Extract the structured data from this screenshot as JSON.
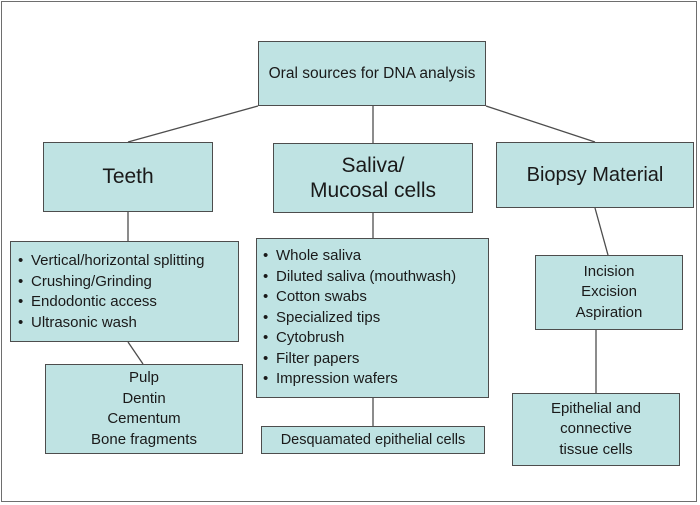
{
  "root": {
    "label": "Oral sources for DNA analysis"
  },
  "teeth": {
    "title": "Teeth",
    "methods": [
      "Vertical/horizontal splitting",
      "Crushing/Grinding",
      "Endodontic access",
      "Ultrasonic wash"
    ],
    "sources": [
      "Pulp",
      "Dentin",
      "Cementum",
      "Bone fragments"
    ]
  },
  "saliva": {
    "title_line1": "Saliva/",
    "title_line2": "Mucosal cells",
    "methods": [
      "Whole saliva",
      "Diluted saliva (mouthwash)",
      "Cotton swabs",
      "Specialized tips",
      "Cytobrush",
      "Filter papers",
      "Impression wafers"
    ],
    "result": "Desquamated epithelial cells"
  },
  "biopsy": {
    "title": "Biopsy Material",
    "methods": [
      "Incision",
      "Excision",
      "Aspiration"
    ],
    "result_lines": [
      "Epithelial and",
      "connective",
      "tissue cells"
    ]
  },
  "colors": {
    "box_fill": "#bfe3e3",
    "border": "#4d4d4d",
    "line": "#4d4d4d"
  }
}
